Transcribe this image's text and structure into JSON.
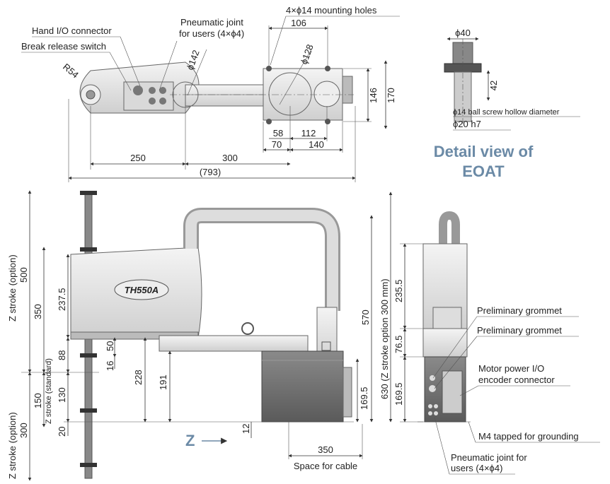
{
  "labels": {
    "hand_io": "Hand I/O connector",
    "break_release": "Break release switch",
    "pneumatic_top_1": "Pneumatic joint",
    "pneumatic_top_2": "for users (4×ϕ4)",
    "mounting_holes": "4×ϕ14 mounting holes",
    "detail_1": "Detail view of",
    "detail_2": "EOAT",
    "grommet_1": "Preliminary grommet",
    "grommet_2": "Preliminary grommet",
    "motor_1": "Motor power I/O",
    "motor_2": "encoder connector",
    "ground": "M4 tapped for grounding",
    "pneumatic_bottom_1": "Pneumatic joint for",
    "pneumatic_bottom_2": "users (4×ϕ4)",
    "cable_space": "Space for cable",
    "model": "TH550A",
    "z_arrow": "Z",
    "ball_screw": "ϕ14 ball screw hollow diameter",
    "h7": "ϕ20 h7"
  },
  "dims": {
    "d106": "106",
    "d128": "ϕ128",
    "d142": "ϕ142",
    "r54": "R54",
    "d146": "146",
    "d170": "170",
    "d58": "58",
    "d112": "112",
    "d70": "70",
    "d140": "140",
    "d250": "250",
    "d300": "300",
    "d793": "(793)",
    "d40": "ϕ40",
    "d42": "42",
    "zopt_upper": "Z stroke (option)",
    "d500": "500",
    "d350v": "350",
    "d237": "237.5",
    "d88": "88",
    "d50": "50",
    "d16": "16",
    "d228": "228",
    "d191": "191",
    "d150": "150",
    "zstd": "Z stroke (standard)",
    "d130": "130",
    "d20": "20",
    "zopt_lower": "Z stroke (option)",
    "d300v": "300",
    "d570": "570",
    "d630": "630 (Z stroke option 300 mm)",
    "d169a": "169.5",
    "d12": "12",
    "d350h": "350",
    "d235": "235.5",
    "d76": "76.5",
    "d169b": "169.5"
  }
}
